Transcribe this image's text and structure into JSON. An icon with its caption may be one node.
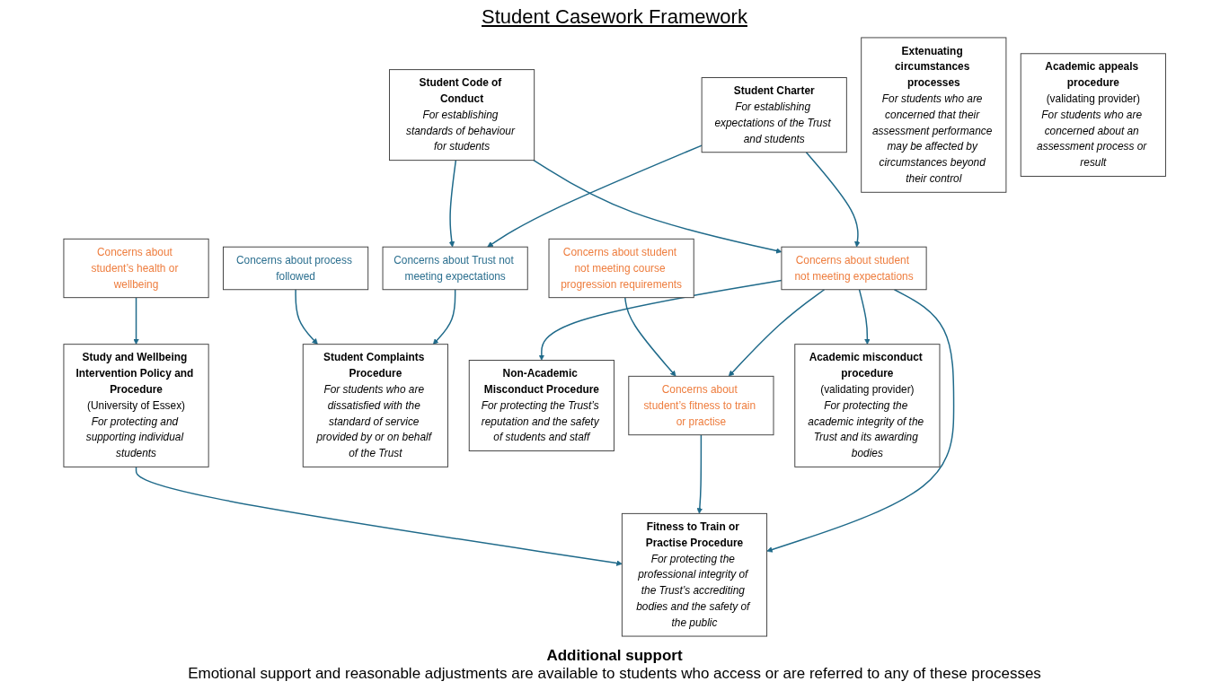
{
  "diagram": {
    "title": "Student Casework Framework",
    "nodes": [
      {
        "text": [
          "Student Charter",
          "For establishing expectations of the Trust and students"
        ]
      },
      {
        "text": [
          "Student Code of Conduct",
          "For establishing standards of behaviour for students"
        ]
      },
      {
        "text": [
          "Concerns about Trust not meeting expectations"
        ]
      },
      {
        "text": [
          "Concerns about student not meeting expectations"
        ]
      },
      {
        "text": [
          "Concerns about student’s fitness to train or practise"
        ]
      },
      {
        "text": [
          "Concerns about student not meeting course progression requirements"
        ]
      },
      {
        "text": [
          "Concerns about student’s health or wellbeing"
        ]
      },
      {
        "text": [
          "Student Complaints Procedure",
          "For students who are dissatisfied with the standard of service provided by or on behalf of the Trust"
        ]
      },
      {
        "text": [
          "Non-Academic Misconduct Procedure",
          "For protecting the Trust’s reputation and the safety of students and staff"
        ]
      },
      {
        "text": [
          "Extenuating circumstances processes",
          "For students who are concerned that their assessment performance may be affected by circumstances beyond their control"
        ]
      },
      {
        "text": [
          "Study and Wellbeing Intervention Policy and Procedure",
          "(University of Essex)",
          "For protecting and supporting individual students"
        ]
      },
      {
        "text": [
          "Academic misconduct procedure",
          "(validating provider)",
          "For protecting the academic integrity of the Trust and its awarding bodies"
        ]
      },
      {
        "text": [
          "Academic appeals procedure",
          "(validating provider)",
          "For students who are concerned about an assessment process or result"
        ]
      },
      {
        "text": [
          "Fitness to Train or Practise Procedure",
          "For protecting the professional integrity of the Trust’s accrediting bodies and the safety of the public"
        ]
      },
      {
        "text": [
          "Concerns about process followed"
        ]
      }
    ],
    "edges": [
      {
        "from": 0,
        "to": 2,
        "arrow": "to"
      },
      {
        "from": 0,
        "to": 3,
        "arrow": "to"
      },
      {
        "from": 1,
        "to": 2,
        "arrow": "to"
      },
      {
        "from": 1,
        "to": 3,
        "arrow": "to"
      },
      {
        "from": 2,
        "to": 7,
        "arrow": "to"
      },
      {
        "from": 3,
        "to": 4,
        "arrow": "to"
      },
      {
        "from": 5,
        "to": 4,
        "arrow": "to"
      },
      {
        "from": 3,
        "to": 8,
        "arrow": "to"
      },
      {
        "from": 3,
        "to": 11,
        "arrow": "to"
      },
      {
        "from": 3,
        "to": 13,
        "arrow": "to"
      },
      {
        "from": 4,
        "to": 13,
        "arrow": "to"
      },
      {
        "from": 6,
        "to": 10,
        "arrow": "to"
      },
      {
        "from": 10,
        "to": 13,
        "arrow": "to"
      },
      {
        "from": 14,
        "to": 7,
        "arrow": "to"
      }
    ],
    "labels": [
      "Additional support",
      "Emotional support and reasonable adjustments are available to students who access or are referred to any of these processes"
    ]
  }
}
